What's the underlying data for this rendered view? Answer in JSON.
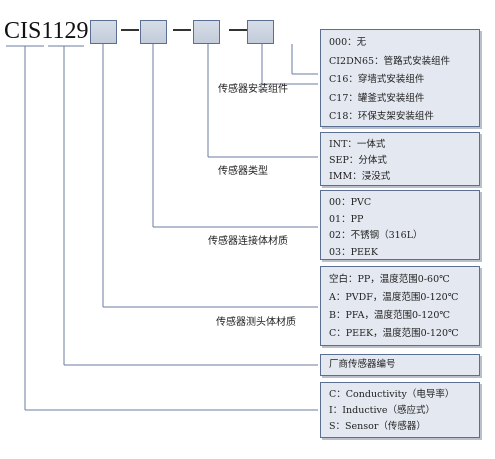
{
  "diagram": {
    "code_prefix": "CIS1129",
    "separator": "-",
    "groups": [
      {
        "id": "install",
        "label": "传感器安装组件",
        "options": [
          "000：无",
          "CI2DN65：管路式安装组件",
          "C16：穿墙式安装组件",
          "C17：罐釜式安装组件",
          "C18：环保支架安装组件"
        ]
      },
      {
        "id": "type",
        "label": "传感器类型",
        "options": [
          "INT：一体式",
          "SEP：分体式",
          "IMM：浸没式"
        ]
      },
      {
        "id": "connector",
        "label": "传感器连接体材质",
        "options": [
          "00：PVC",
          "01：PP",
          "02：不锈钢（316L）",
          "03：PEEK"
        ]
      },
      {
        "id": "probe",
        "label": "传感器测头体材质",
        "options": [
          "空白：PP，温度范围0-60℃",
          "A：PVDF，温度范围0-120℃",
          "B：PFA，温度范围0-120℃",
          "C：PEEK，温度范围0-120℃"
        ]
      },
      {
        "id": "maker",
        "label": "",
        "options": [
          "厂商传感器编号"
        ]
      },
      {
        "id": "sensor",
        "label": "",
        "options": [
          "C：Conductivity（电导率）",
          "I：Inductive（感应式）",
          "S：Sensor（传感器）"
        ]
      }
    ]
  }
}
